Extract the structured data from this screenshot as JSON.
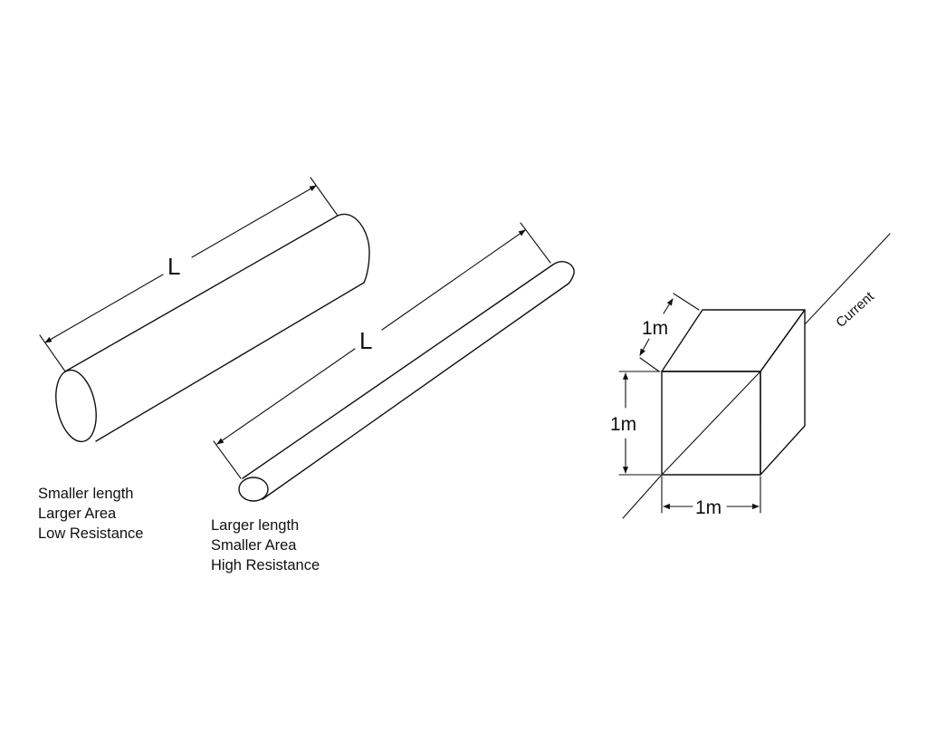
{
  "thick_wire": {
    "length_label": "L",
    "caption": [
      "Smaller length",
      "Larger Area",
      "Low Resistance"
    ]
  },
  "thin_wire": {
    "length_label": "L",
    "caption": [
      "Larger length",
      "Smaller Area",
      "High Resistance"
    ]
  },
  "cube": {
    "depth_label": "1m",
    "height_label": "1m",
    "width_label": "1m",
    "current_label": "Current"
  },
  "colors": {
    "stroke": "#111111",
    "background": "#ffffff"
  }
}
